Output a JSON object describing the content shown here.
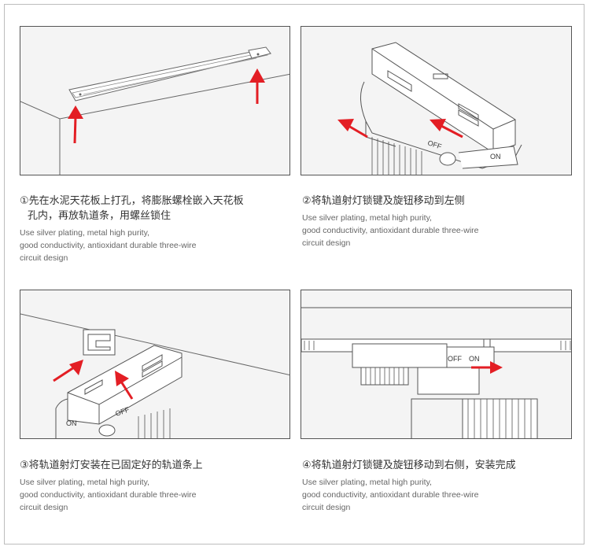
{
  "steps": [
    {
      "cn_line1": "①先在水泥天花板上打孔，将膨胀螺栓嵌入天花板",
      "cn_line2": "孔内，再放轨道条，用螺丝锁住",
      "en": "Use silver plating, metal high purity,\ngood conductivity, antioxidant durable three-wire\ncircuit design"
    },
    {
      "cn_line1": "②将轨道射灯锁键及旋钮移动到左侧",
      "cn_line2": "",
      "en": "Use silver plating, metal high purity,\ngood conductivity, antioxidant durable three-wire\ncircuit design",
      "off": "OFF",
      "on": "ON"
    },
    {
      "cn_line1": "③将轨道射灯安装在已固定好的轨道条上",
      "cn_line2": "",
      "en": "Use silver plating, metal high purity,\ngood conductivity, antioxidant durable three-wire\ncircuit design",
      "off": "OFF",
      "on": "ON"
    },
    {
      "cn_line1": "④将轨道射灯锁键及旋钮移动到右侧，安装完成",
      "cn_line2": "",
      "en": "Use silver plating, metal high purity,\ngood conductivity, antioxidant durable three-wire\ncircuit design",
      "off": "OFF",
      "on": "ON"
    }
  ],
  "colors": {
    "arrow": "#e31e24",
    "stroke": "#555555",
    "panel_bg": "#f4f4f4"
  }
}
